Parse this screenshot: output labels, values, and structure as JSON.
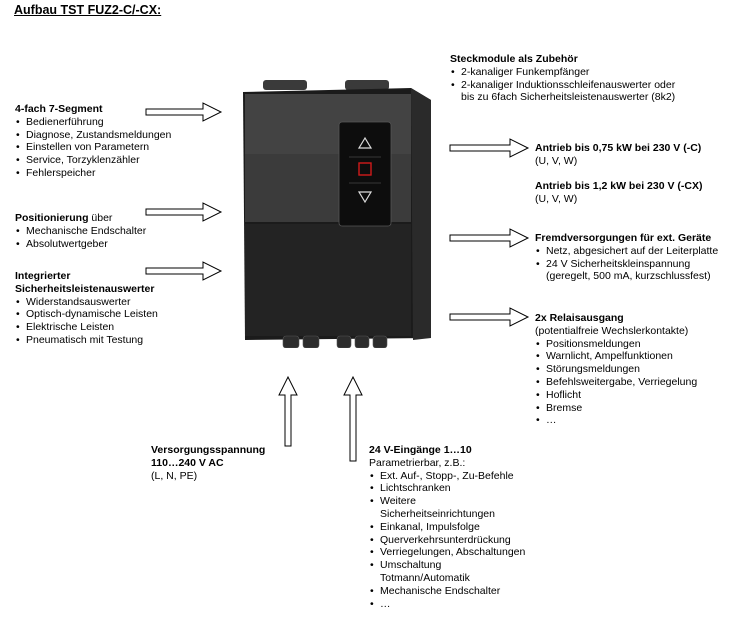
{
  "title": "Aufbau TST FUZ2-C/-CX:",
  "left_top": {
    "heading": "4-fach 7-Segment",
    "items": [
      "Bedienerführung",
      "Diagnose, Zustandsmeldungen",
      "Einstellen von Parametern",
      "Service, Torzyklenzähler",
      "Fehlerspeicher"
    ]
  },
  "left_mid": {
    "heading_bold": "Positionierung",
    "heading_rest": " über",
    "items": [
      "Mechanische Endschalter",
      "Absolutwertgeber"
    ]
  },
  "left_bot": {
    "heading_line1": "Integrierter",
    "heading_line2": "Sicherheitsleistenauswerter",
    "items": [
      "Widerstandsauswerter",
      "Optisch-dynamische Leisten",
      "Elektrische Leisten",
      "Pneumatisch mit Testung"
    ]
  },
  "right_top": {
    "heading": "Steckmodule als Zubehör",
    "items": [
      "2-kanaliger Funkempfänger",
      "2-kanaliger Induktionsschleifenauswerter oder"
    ],
    "continuation": "bis zu 6fach Sicherheitsleistenauswerter (8k2)"
  },
  "antrieb1": {
    "heading": "Antrieb bis 0,75 kW bei 230 V (-C)",
    "sub": "(U, V, W)"
  },
  "antrieb2": {
    "heading": "Antrieb bis 1,2 kW bei 230 V (-CX)",
    "sub": "(U, V, W)"
  },
  "fremd": {
    "heading": "Fremdversorgungen für ext. Geräte",
    "items": [
      "Netz, abgesichert auf der Leiterplatte",
      "24 V Sicherheitskleinspannung"
    ],
    "continuation": "(geregelt, 500 mA, kurzschlussfest)"
  },
  "relais": {
    "heading": "2x Relaisausgang",
    "sub": "(potentialfreie Wechslerkontakte)",
    "items": [
      "Positionsmeldungen",
      "Warnlicht, Ampelfunktionen",
      "Störungsmeldungen",
      "Befehlsweitergabe, Verriegelung",
      "Hoflicht",
      "Bremse",
      "…"
    ]
  },
  "versorgung": {
    "heading_line1": "Versorgungsspannung",
    "heading_line2": "110…240 V AC",
    "sub": "(L, N, PE)"
  },
  "eingaenge": {
    "heading": "24 V-Eingänge 1…10",
    "sub": "Parametrierbar, z.B.:",
    "items": [
      "Ext. Auf-, Stopp-, Zu-Befehle",
      "Lichtschranken"
    ],
    "item3_line1": "Weitere",
    "item3_line2": "Sicherheitseinrichtungen",
    "items_b": [
      "Einkanal, Impulsfolge",
      "Querverkehrsunterdrückung",
      "Verriegelungen, Abschaltungen"
    ],
    "item7_line1": "Umschaltung",
    "item7_line2": "Totmann/Automatik",
    "items_c": [
      "Mechanische Endschalter",
      "…"
    ]
  },
  "colors": {
    "housing": "#1c1c1c",
    "panel": "#2e2e2e",
    "arrow_stroke": "#000000",
    "stop_red": "#d11a1a"
  }
}
